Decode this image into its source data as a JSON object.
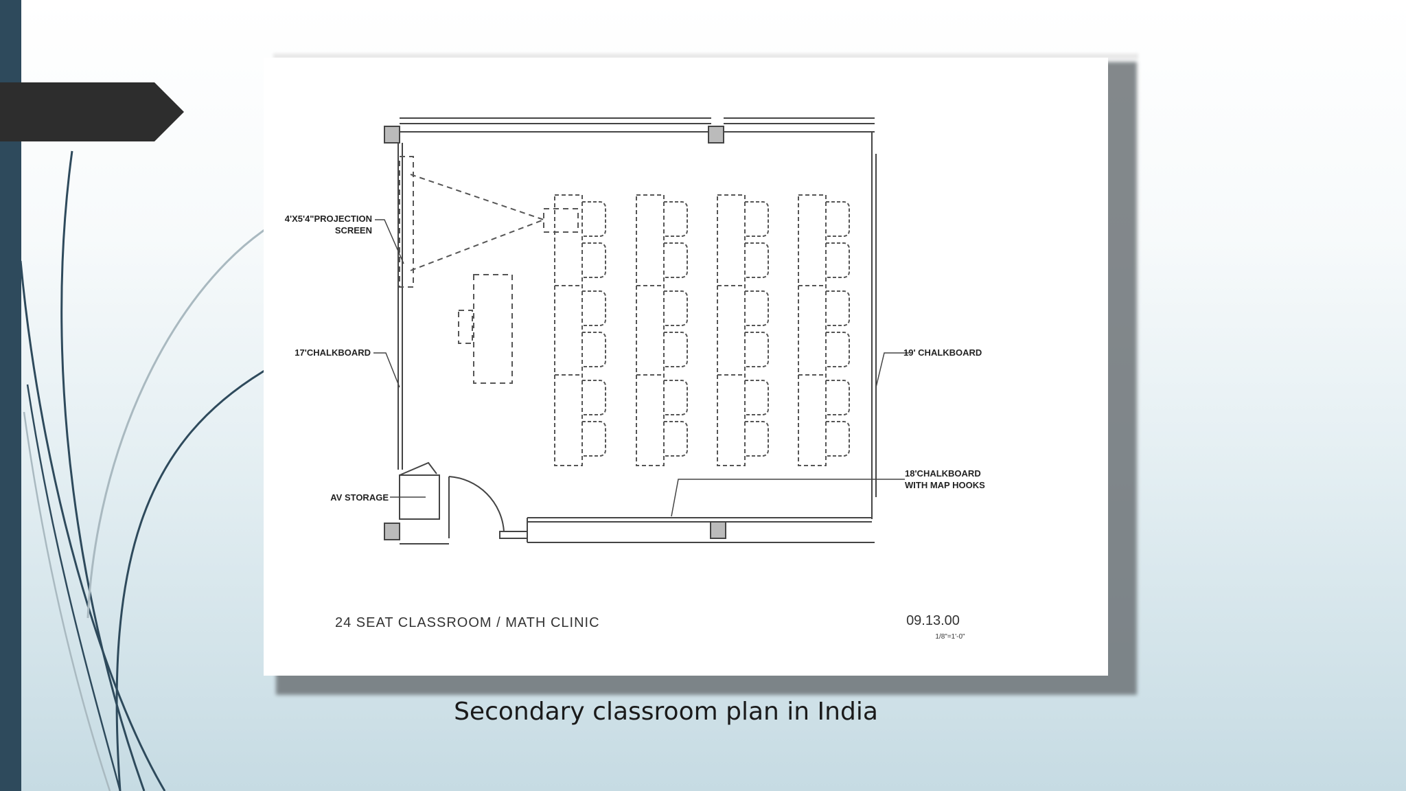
{
  "slide": {
    "caption": "Secondary classroom plan in India"
  },
  "plan": {
    "projection_label_1": "4'X5'4\"PROJECTION",
    "projection_label_2": "SCREEN",
    "chalkboard_left": "17'CHALKBOARD",
    "chalkboard_right": "19' CHALKBOARD",
    "chalkboard_bottom_1": "18'CHALKBOARD",
    "chalkboard_bottom_2": "WITH MAP HOOKS",
    "av_storage": "AV STORAGE",
    "title": "24 SEAT CLASSROOM / MATH CLINIC",
    "date": "09.13.00",
    "scale": "1/8\"=1'-0\""
  },
  "colors": {
    "side_bar": "#2e4a5c",
    "arrow_tab": "#2d2d2d",
    "swoosh_dark": "#2e4a5c",
    "swoosh_light": "#a9b9c0"
  }
}
